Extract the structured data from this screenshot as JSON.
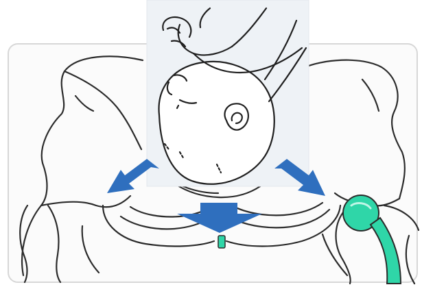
{
  "figure": {
    "elements": {
      "pelvis": "pelvis-illustration",
      "baby": "baby-head-illustration",
      "arrows": [
        "arrow-left",
        "arrow-down",
        "arrow-right"
      ],
      "highlights": [
        "hip-joint-highlight",
        "pubic-symphysis-highlight"
      ]
    }
  },
  "colors": {
    "arrow": "#2f6fbe",
    "highlight": "#2fd6a8",
    "line": "#2b2b2b",
    "panel_border": "#d7d7d7",
    "baby_panel_bg": "#eef2f6"
  }
}
